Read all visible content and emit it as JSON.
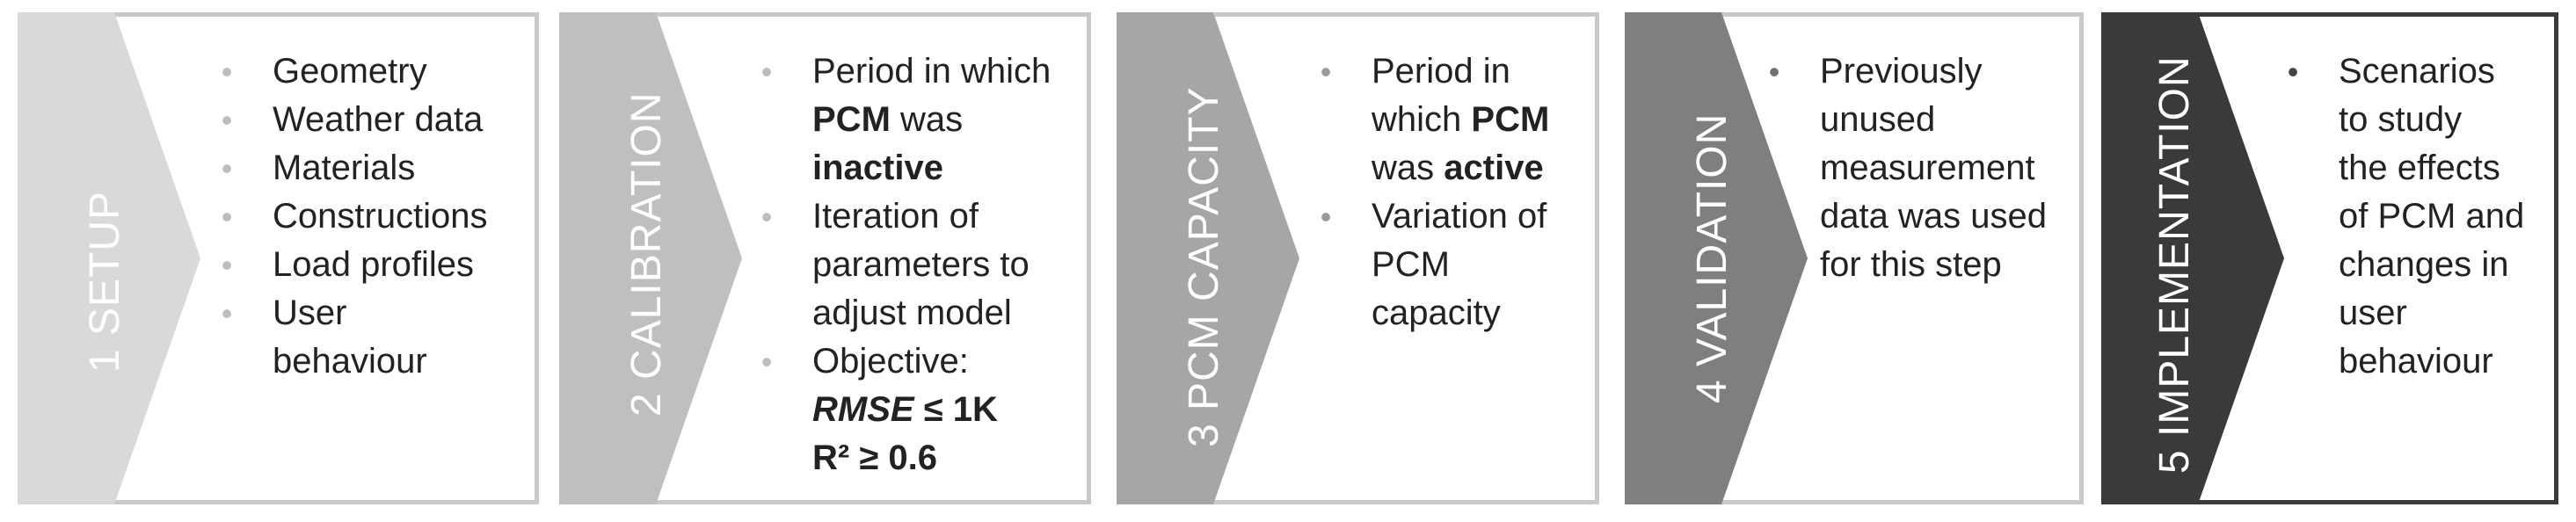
{
  "stages": [
    {
      "title": "1 SETUP",
      "color": "#d9d9d9",
      "bullet_color": "#bdbdbd",
      "items": [
        [
          "Geometry"
        ],
        [
          "Weather data"
        ],
        [
          "Materials"
        ],
        [
          "Constructions"
        ],
        [
          "Load profiles"
        ],
        [
          "User",
          "behaviour"
        ]
      ]
    },
    {
      "title": "2 CALIBRATION",
      "color": "#bfbfbf",
      "bullet_color": "#bdbdbd",
      "items": [
        [
          "Period in which",
          "PCM",
          "was",
          "inactive"
        ],
        [
          "Iteration of",
          "parameters to",
          "adjust model"
        ],
        [
          "Objective:",
          "RMSE",
          "≤ 1K",
          "R² ≥ 0.6"
        ]
      ]
    },
    {
      "title": "3 PCM CAPACITY",
      "color": "#a6a6a6",
      "bullet_color": "#9a9a9a",
      "items": [
        [
          "Period in",
          "which",
          "PCM",
          "was",
          "active"
        ],
        [
          "Variation of",
          "PCM",
          "capacity"
        ]
      ]
    },
    {
      "title": "4 VALIDATION",
      "color": "#7f7f7f",
      "bullet_color": "#6f6f6f",
      "items": [
        [
          "Previously",
          "unused",
          "measurement",
          "data was used",
          "for this step"
        ]
      ]
    },
    {
      "title": "5 IMPLEMENTATION",
      "color": "#3a3a3a",
      "bullet_color": "#444444",
      "items": [
        [
          "Scenarios",
          "to study",
          "the effects",
          "of PCM and",
          "changes in",
          "user",
          "behaviour"
        ]
      ]
    }
  ]
}
